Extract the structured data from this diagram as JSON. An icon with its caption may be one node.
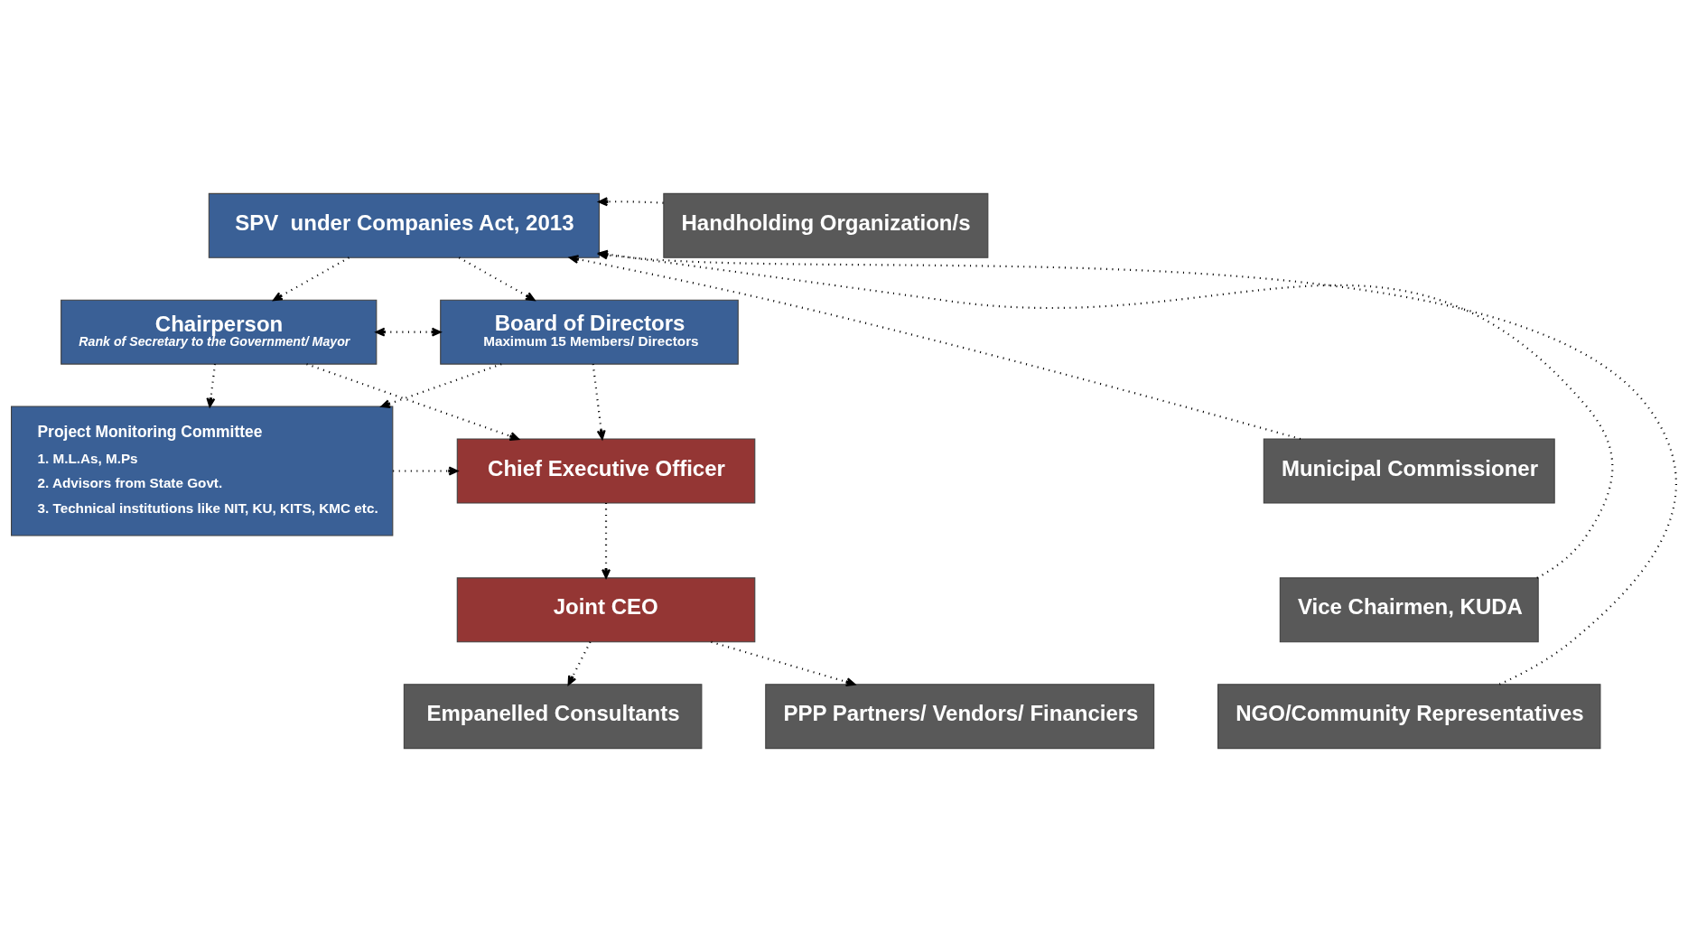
{
  "diagram": {
    "nodes": [
      {
        "text": [
          "SPV  under Companies Act, 2013"
        ]
      },
      {
        "text": [
          "Chairperson",
          "Rank of Secretary to the Government/ Mayor"
        ]
      },
      {
        "text": [
          "Board of Directors",
          "Maximum 15 Members/ Directors"
        ]
      },
      {
        "text": [
          "Chief Executive Officer"
        ]
      },
      {
        "text": [
          "Project Monitoring Committee",
          "1. M.L.As, M.Ps",
          "2. Advisors from State Govt.",
          "3. Technical institutions like NIT, KU, KITS, KMC etc."
        ]
      },
      {
        "text": [
          "Joint CEO"
        ]
      },
      {
        "text": [
          "PPP Partners/ Vendors/ Financiers"
        ]
      },
      {
        "text": [
          "Empanelled Consultants"
        ]
      },
      {
        "text": [
          "Handholding Organization/s"
        ]
      },
      {
        "text": [
          "Municipal Commissioner"
        ]
      },
      {
        "text": [
          "Vice Chairmen, KUDA"
        ]
      },
      {
        "text": [
          "NGO/Community Representatives"
        ]
      }
    ],
    "edges": [
      {
        "from": 0,
        "to": 1,
        "arrow": "to"
      },
      {
        "from": 0,
        "to": 2,
        "arrow": "to"
      },
      {
        "from": 1,
        "to": 2,
        "arrow": "both"
      },
      {
        "from": 1,
        "to": 3,
        "arrow": "to"
      },
      {
        "from": 1,
        "to": 4,
        "arrow": "to"
      },
      {
        "from": 2,
        "to": 3,
        "arrow": "to"
      },
      {
        "from": 2,
        "to": 4,
        "arrow": "to"
      },
      {
        "from": 4,
        "to": 3,
        "arrow": "to"
      },
      {
        "from": 3,
        "to": 5,
        "arrow": "to"
      },
      {
        "from": 5,
        "to": 6,
        "arrow": "to"
      },
      {
        "from": 5,
        "to": 7,
        "arrow": "to"
      },
      {
        "from": 8,
        "to": 0,
        "arrow": "to"
      },
      {
        "from": 9,
        "to": 0,
        "arrow": "to"
      },
      {
        "from": 10,
        "to": 0,
        "arrow": "to"
      },
      {
        "from": 11,
        "to": 0,
        "arrow": "to"
      }
    ]
  }
}
